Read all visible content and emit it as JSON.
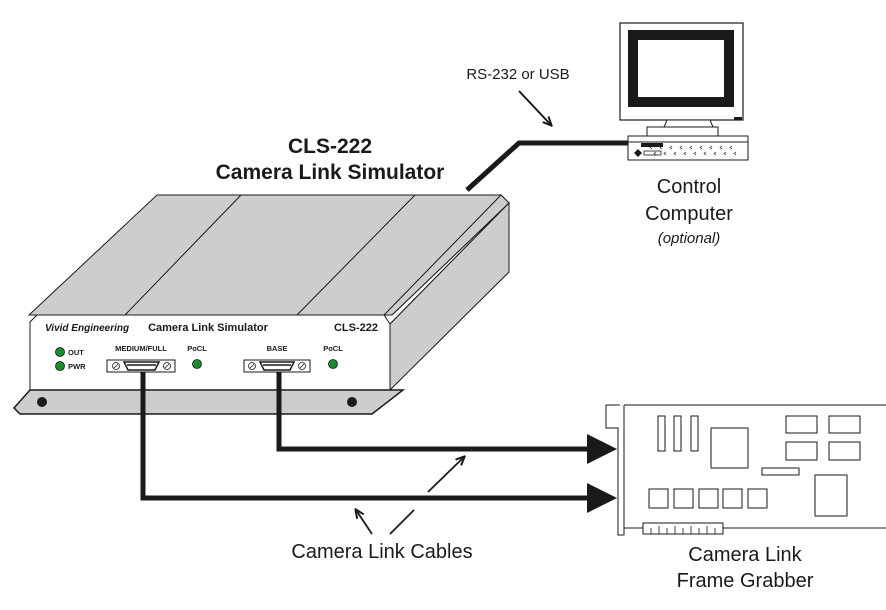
{
  "device": {
    "model": "CLS-222",
    "name": "Camera Link Simulator",
    "panel": {
      "brand": "Vivid Engineering",
      "title": "Camera Link Simulator",
      "model": "CLS-222",
      "leds": [
        {
          "label": "OUT",
          "color": "#1a8a2e"
        },
        {
          "label": "PWR",
          "color": "#1a8a2e"
        }
      ],
      "ports": [
        {
          "label": "MEDIUM/FULL",
          "pocl_label": "PoCL"
        },
        {
          "label": "BASE",
          "pocl_label": "PoCL"
        }
      ]
    }
  },
  "control_link": {
    "label": "RS-232 or USB"
  },
  "computer": {
    "line1": "Control",
    "line2": "Computer",
    "note": "(optional)"
  },
  "cables": {
    "label": "Camera Link Cables"
  },
  "frame_grabber": {
    "line1": "Camera Link",
    "line2": "Frame Grabber"
  },
  "colors": {
    "chassis": "#cdcdd0",
    "line": "#1a1a1a",
    "led": "#1a8a2e"
  }
}
